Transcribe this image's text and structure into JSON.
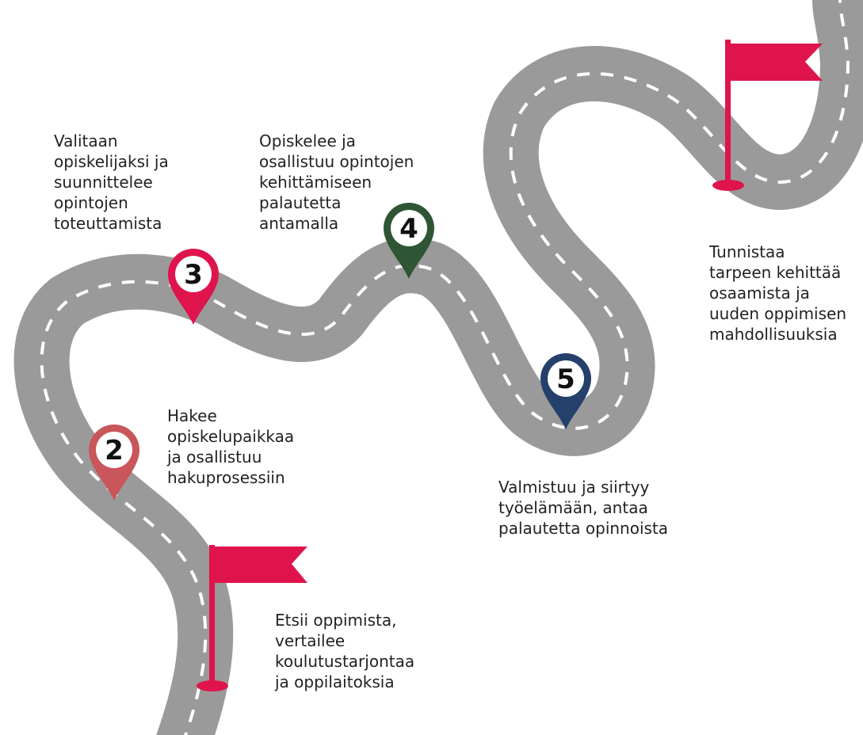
{
  "colors": {
    "road": "#9a9a9a",
    "road_marking": "#ffffff",
    "flag": "#e0144c",
    "pin_2": "#c9565a",
    "pin_3": "#e0144c",
    "pin_4": "#2f5535",
    "pin_5": "#25406b",
    "text": "#222222"
  },
  "steps": [
    {
      "id": "start",
      "marker": "flag",
      "text": "Etsii oppimista,\nvertailee\nkoulutustarjontaa\nja oppilaitoksia"
    },
    {
      "id": "2",
      "marker": "pin",
      "number": "2",
      "text": "Hakee\nopiskelupaikkaa\nja osallistuu\nhakuprosessiin"
    },
    {
      "id": "3",
      "marker": "pin",
      "number": "3",
      "text": "Valitaan\nopiskelijaksi ja\nsuunnittelee\nopintojen\ntoteuttamista"
    },
    {
      "id": "4",
      "marker": "pin",
      "number": "4",
      "text": "Opiskelee ja\nosallistuu opintojen\nkehittämiseen\npalautetta\nantamalla"
    },
    {
      "id": "5",
      "marker": "pin",
      "number": "5",
      "text": "Valmistuu ja siirtyy\ntyöelämään, antaa\npalautetta opinnoista"
    },
    {
      "id": "end",
      "marker": "flag",
      "text": "Tunnistaa\ntarpeen kehittää\nosaamista ja\nuuden oppimisen\nmahdollisuuksia"
    }
  ]
}
